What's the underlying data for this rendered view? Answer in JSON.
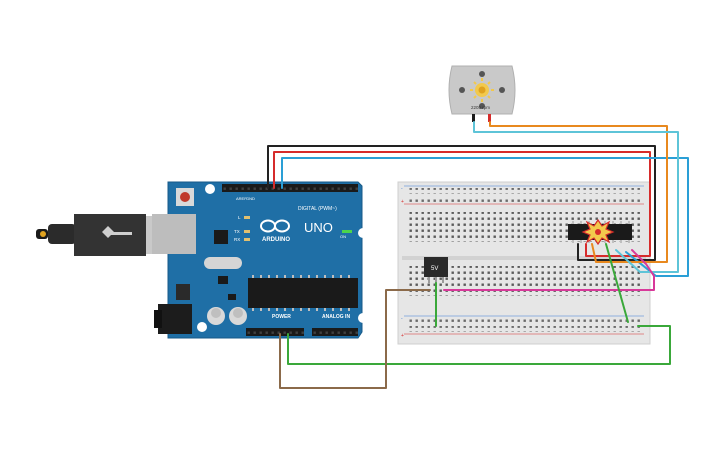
{
  "arduino": {
    "brand_label": "ARDUINO",
    "model_label": "UNO",
    "digital_label": "DIGITAL (PWM~)",
    "power_label": "POWER",
    "analog_label": "ANALOG IN",
    "on_label": "ON",
    "tx_label": "TX",
    "rx_label": "RX",
    "l_label": "L",
    "aref_label": "AREF",
    "gnd_label": "GND",
    "board_color": "#1f6fa6"
  },
  "motor": {
    "rpm_label": "2205 rpm"
  },
  "regulator": {
    "label": "5V"
  },
  "driver_chip": {
    "warning_icon": "explosion-icon"
  },
  "colors": {
    "wire_black": "#222222",
    "wire_red": "#d62b2b",
    "wire_blue": "#2a9fd6",
    "wire_orange": "#e8891f",
    "wire_lightblue": "#5ec4d8",
    "wire_green": "#3aa83a",
    "wire_pink": "#d8399a",
    "wire_brown": "#8b6a4a"
  }
}
